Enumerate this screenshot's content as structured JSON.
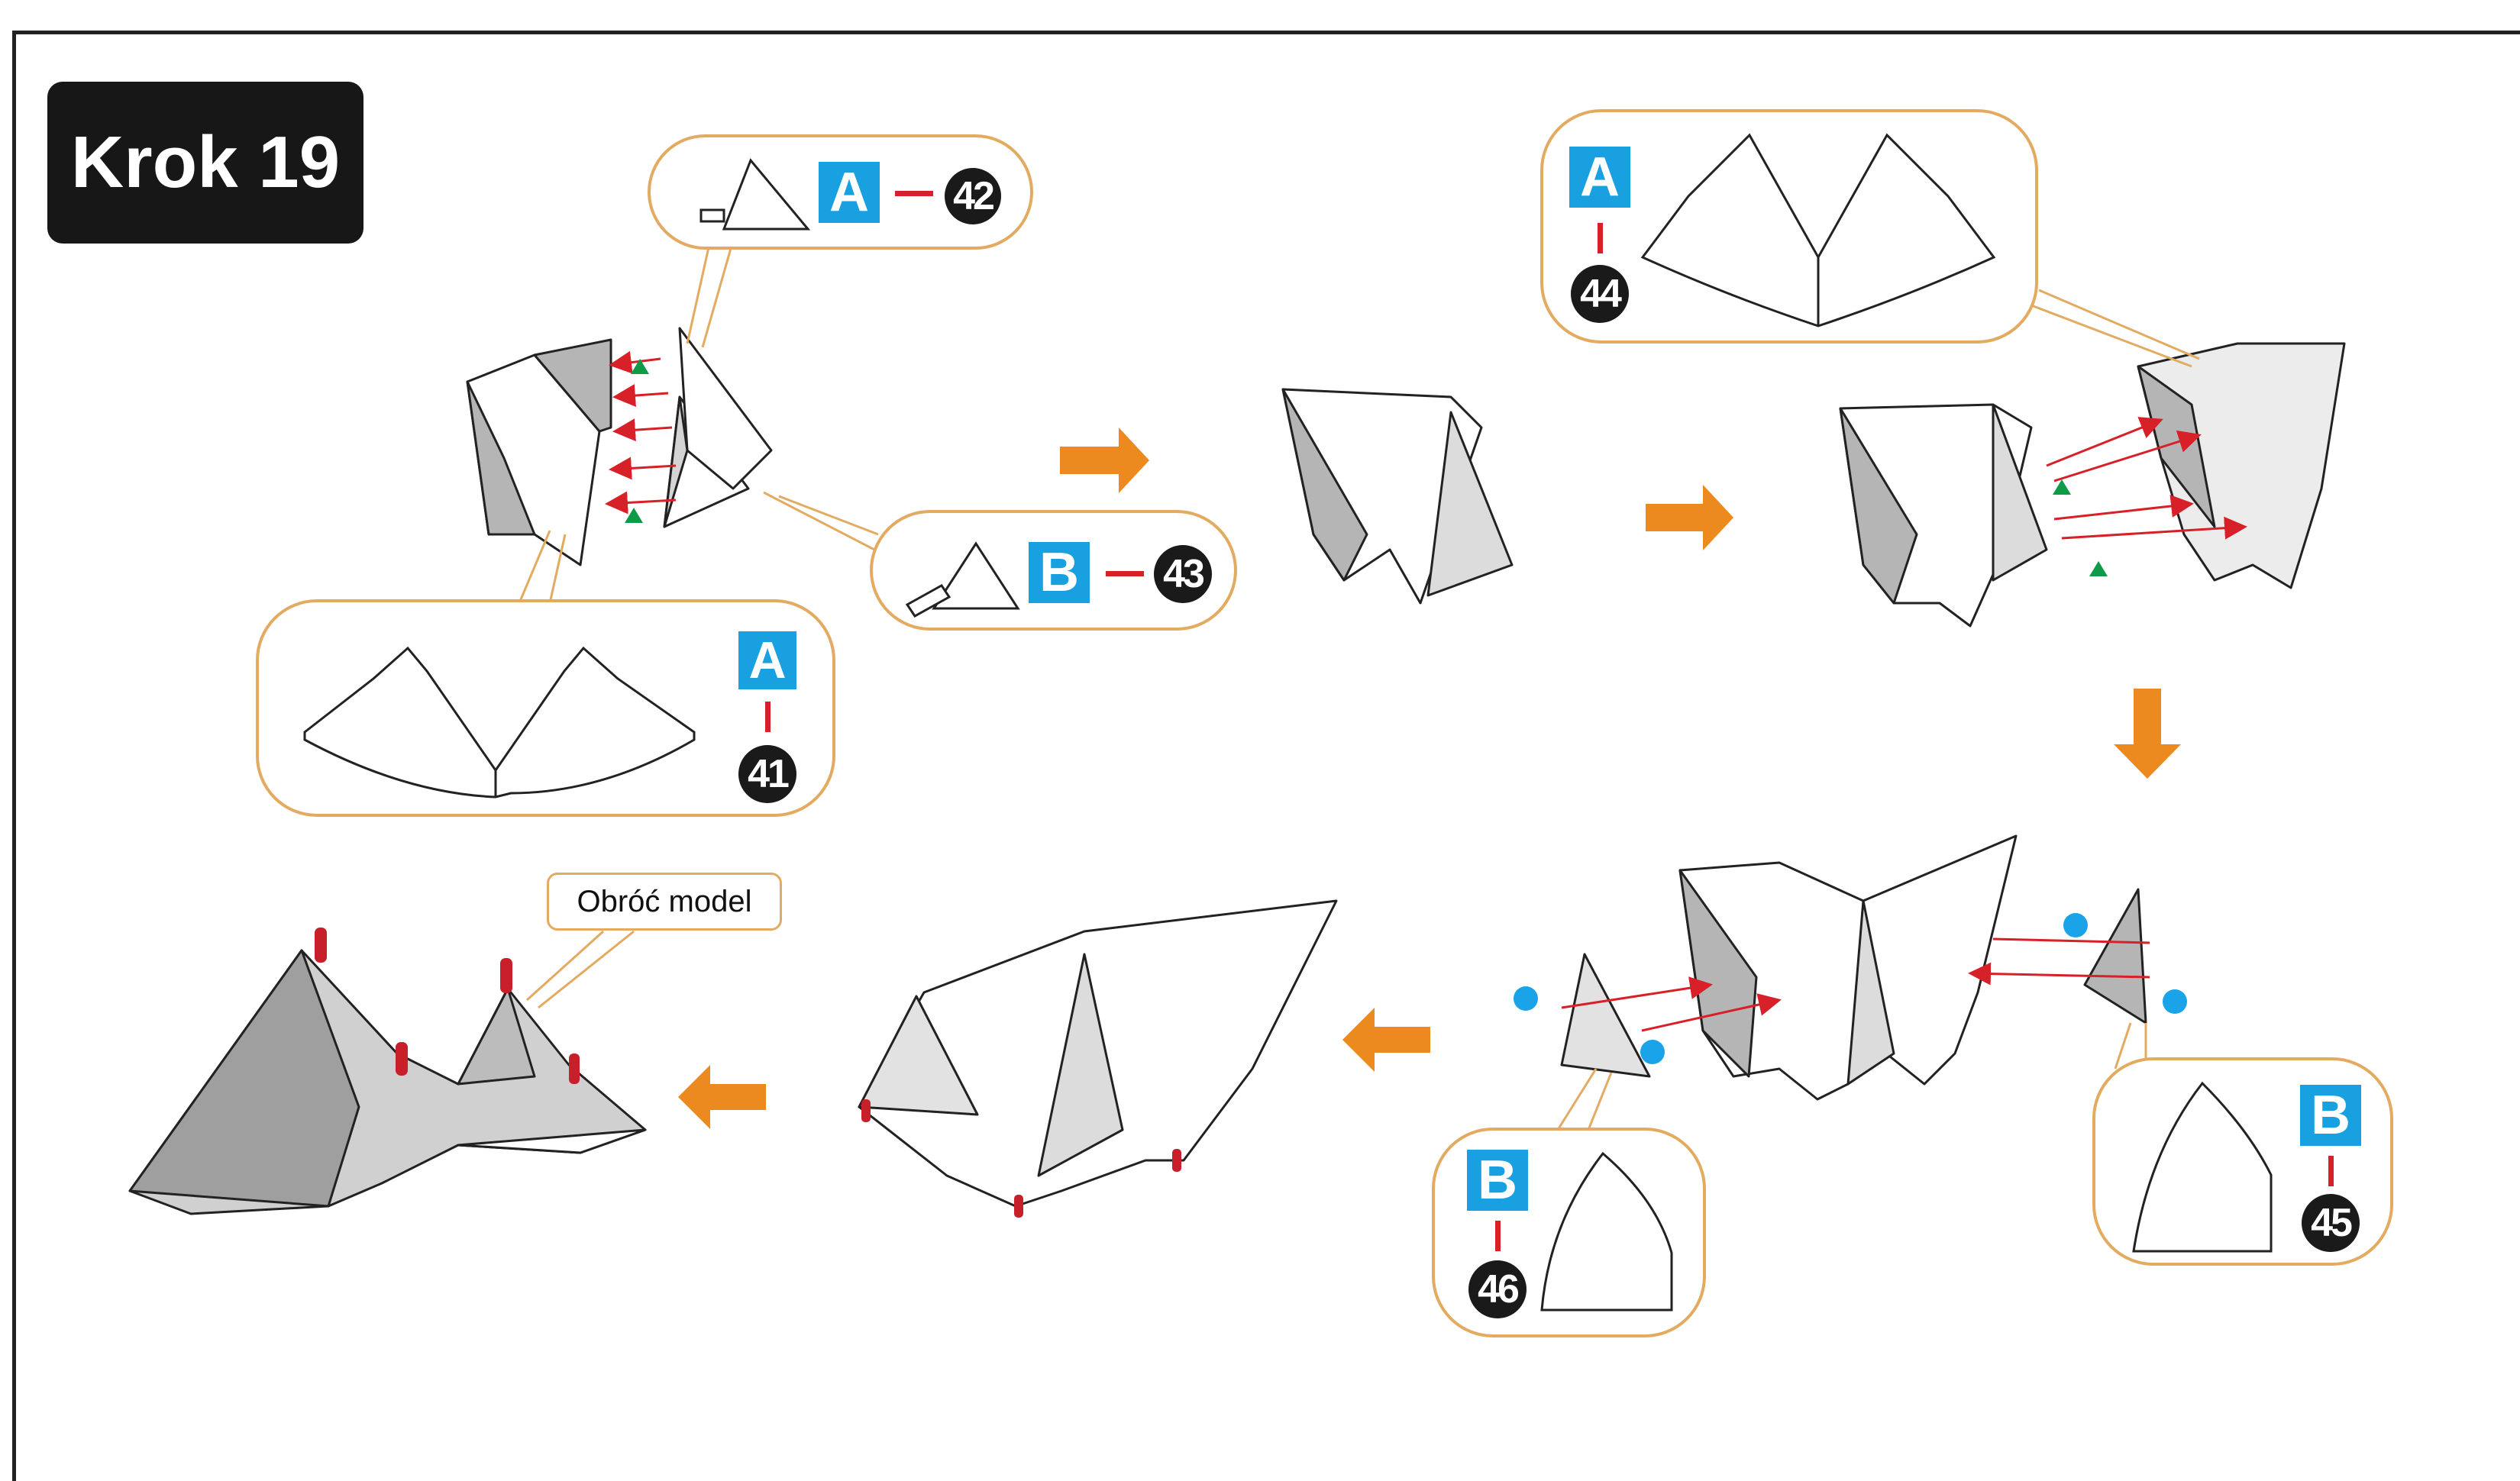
{
  "step": {
    "title": "Krok 19"
  },
  "note": {
    "text": "Obróć model"
  },
  "parts": [
    {
      "sheet": "A",
      "number": "41"
    },
    {
      "sheet": "A",
      "number": "42"
    },
    {
      "sheet": "B",
      "number": "43"
    },
    {
      "sheet": "A",
      "number": "44"
    },
    {
      "sheet": "B",
      "number": "45"
    },
    {
      "sheet": "B",
      "number": "46"
    }
  ],
  "colors": {
    "accent_orange": "#ed8a1f",
    "callout_border": "#e3ab62",
    "sheet_tag_blue": "#18a0e0",
    "connector_red": "#d72027",
    "glue_green": "#0d9b48",
    "glue_blue": "#1aa3e8",
    "part_grey": "#b5b5b5",
    "badge_black": "#171717"
  },
  "icons": [
    "arrow-right-icon",
    "arrow-down-icon",
    "arrow-left-icon",
    "glue-triangle-icon",
    "glue-dot-icon"
  ]
}
